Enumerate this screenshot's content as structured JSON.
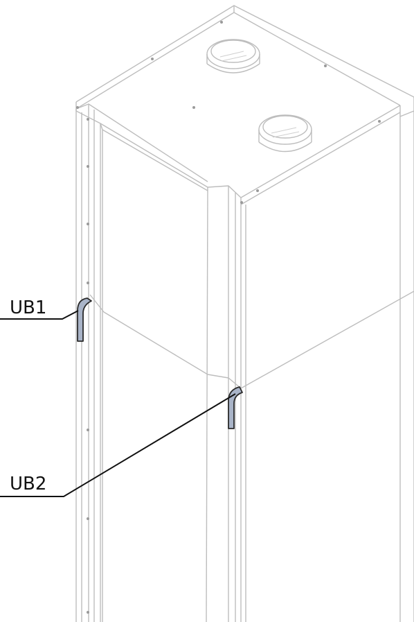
{
  "callouts": [
    {
      "id": "ub1",
      "label": "UB1"
    },
    {
      "id": "ub2",
      "label": "UB2"
    }
  ],
  "colors": {
    "outline": "#bdbdbd",
    "tube_fill": "#a9b4c8",
    "tube_stroke": "#2a2a2a",
    "leader": "#111111"
  }
}
